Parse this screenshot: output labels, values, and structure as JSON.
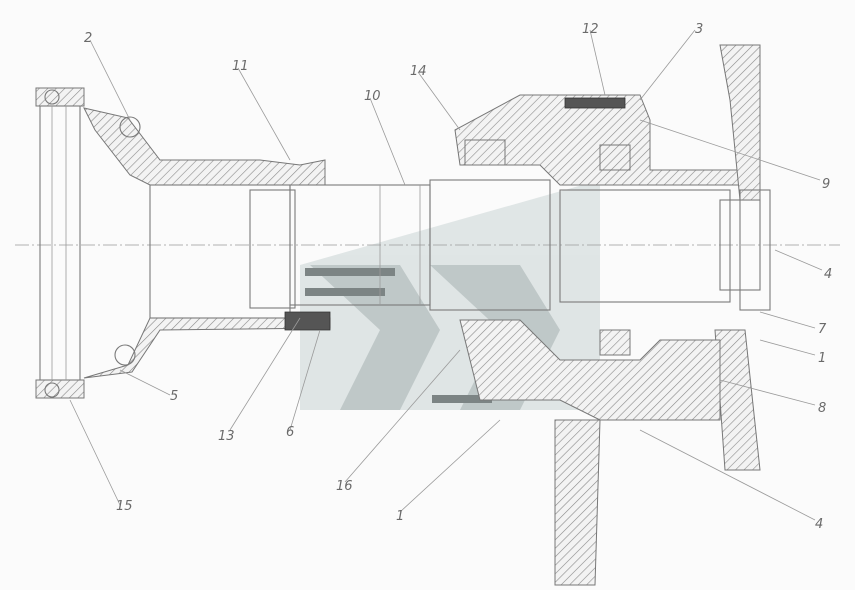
{
  "callouts": [
    {
      "id": "c-2-top",
      "text": "2"
    },
    {
      "id": "c-11",
      "text": "11"
    },
    {
      "id": "c-10",
      "text": "10"
    },
    {
      "id": "c-14",
      "text": "14"
    },
    {
      "id": "c-12",
      "text": "12"
    },
    {
      "id": "c-3",
      "text": "3"
    },
    {
      "id": "c-9",
      "text": "9"
    },
    {
      "id": "c-4",
      "text": "4"
    },
    {
      "id": "c-7",
      "text": "7"
    },
    {
      "id": "c-1-right",
      "text": "1"
    },
    {
      "id": "c-8",
      "text": "8"
    },
    {
      "id": "c-5",
      "text": "5"
    },
    {
      "id": "c-15",
      "text": "15"
    },
    {
      "id": "c-13",
      "text": "13"
    },
    {
      "id": "c-6",
      "text": "6"
    },
    {
      "id": "c-16",
      "text": "16"
    },
    {
      "id": "c-1-bottom",
      "text": "1"
    },
    {
      "id": "c-4-bottom",
      "text": "4"
    }
  ],
  "colors": {
    "line": "#7a7a7a",
    "hatch": "#8a8a8a",
    "watermark_light": "#cfd6d6",
    "watermark_dark": "#6f7878"
  }
}
